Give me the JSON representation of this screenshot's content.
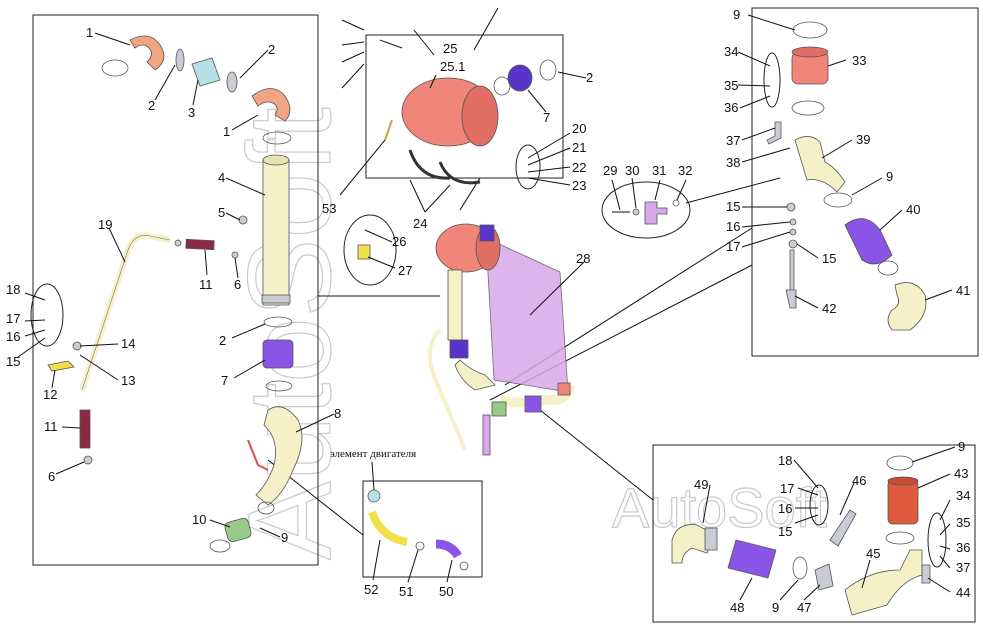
{
  "watermarks": [
    "AutoSoft",
    "AutoSoft"
  ],
  "caption": "элемент двигателя",
  "callouts": {
    "left": [
      "1",
      "2",
      "3",
      "2",
      "1",
      "4",
      "5",
      "19",
      "11",
      "6",
      "18",
      "17",
      "16",
      "15",
      "14",
      "13",
      "12",
      "2",
      "7",
      "11",
      "6",
      "8",
      "10",
      "9"
    ],
    "top": [
      "25",
      "25.1",
      "2",
      "7",
      "20",
      "21",
      "22",
      "23",
      "53",
      "24",
      "26",
      "27",
      "28",
      "29",
      "30",
      "31",
      "32"
    ],
    "right_top": [
      "9",
      "34",
      "33",
      "35",
      "36",
      "37",
      "38",
      "39",
      "9",
      "40",
      "15",
      "16",
      "17",
      "15",
      "42",
      "41"
    ],
    "bottom_mid": [
      "52",
      "51",
      "50"
    ],
    "right_bottom": [
      "9",
      "18",
      "43",
      "49",
      "46",
      "17",
      "16",
      "15",
      "34",
      "35",
      "36",
      "37",
      "45",
      "44",
      "48",
      "9",
      "47"
    ]
  },
  "colors": {
    "cream": "#f4f1c8",
    "salmon": "#f0857a",
    "peach": "#f2a582",
    "purple": "#8a54e6",
    "lavender": "#d8a8e8",
    "green": "#97c98a",
    "maroon": "#8a2a45",
    "yellow": "#f2df4a",
    "steel": "#c9ccd2",
    "teal": "#b8e0e8"
  }
}
